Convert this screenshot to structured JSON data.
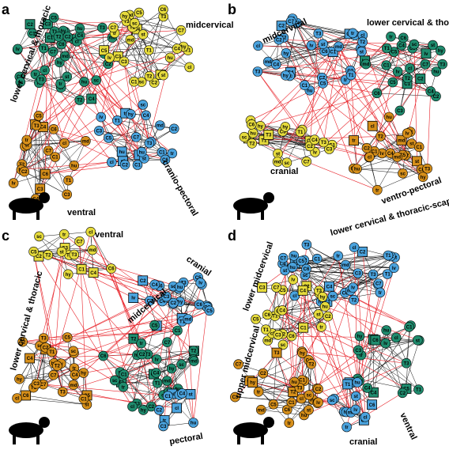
{
  "colors": {
    "green": "#1f8c6e",
    "yellow": "#e6db3c",
    "blue": "#4aa3de",
    "orange": "#d68f1a",
    "red_edge": "#e8232a",
    "black_edge": "#111111"
  },
  "panels": [
    {
      "letter": "a",
      "silhouette": "cat-silhouette",
      "modules": [
        {
          "label": "lower cervical & thoracic",
          "color": "green"
        },
        {
          "label": "midcervical",
          "color": "yellow"
        },
        {
          "label": "cranio-pectoral",
          "color": "blue"
        },
        {
          "label": "ventral",
          "color": "orange"
        }
      ]
    },
    {
      "letter": "b",
      "silhouette": "bat-silhouette",
      "modules": [
        {
          "label": "midcervical",
          "color": "blue"
        },
        {
          "label": "lower cervical & thoracic",
          "color": "green"
        },
        {
          "label": "cranial",
          "color": "yellow"
        },
        {
          "label": "ventro-pectoral",
          "color": "orange"
        }
      ]
    },
    {
      "letter": "c",
      "silhouette": "camel-silhouette",
      "modules": [
        {
          "label": "ventral",
          "color": "yellow"
        },
        {
          "label": "cranial",
          "color": "blue"
        },
        {
          "label": "midcervical",
          "color": "green"
        },
        {
          "label": "lower cervical & thoracic",
          "color": "orange"
        },
        {
          "label": "pectoral",
          "color": "blue"
        }
      ]
    },
    {
      "letter": "d",
      "silhouette": "sloth-silhouette",
      "modules": [
        {
          "label": "lower cervical & thoracic-scapular",
          "color": "blue"
        },
        {
          "label": "lower midcervical",
          "color": "yellow"
        },
        {
          "label": "upper midcervical",
          "color": "orange"
        },
        {
          "label": "ventral",
          "color": "green"
        },
        {
          "label": "cranial",
          "color": "blue"
        }
      ]
    }
  ],
  "node_labels": [
    "C1",
    "C2",
    "C3",
    "C4",
    "C5",
    "C6",
    "C7",
    "T1",
    "T2",
    "T3",
    "sc",
    "hy",
    "st",
    "md",
    "tr",
    "cl",
    "hu",
    "lv"
  ]
}
